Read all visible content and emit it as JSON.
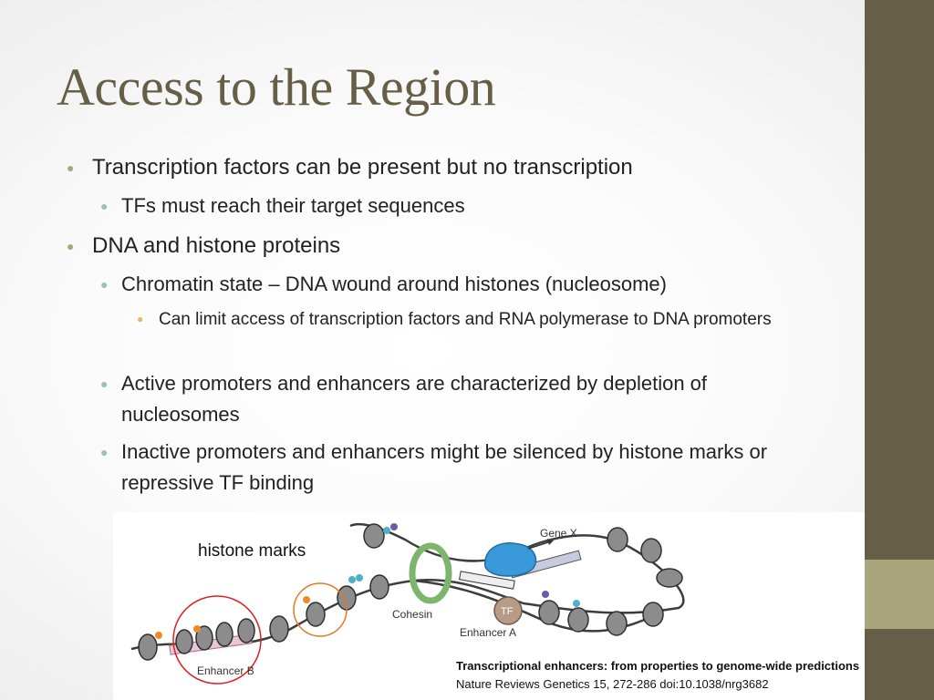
{
  "slide": {
    "title": "Access to the Region",
    "bullets": [
      {
        "text": "Transcription factors can be present but no transcription"
      },
      {
        "text": "TFs must reach their target sequences"
      },
      {
        "text": "DNA and histone proteins"
      },
      {
        "text": "Chromatin state – DNA wound around histones (nucleosome)"
      },
      {
        "text": "Can limit access of transcription factors and RNA polymerase to DNA promoters"
      },
      {
        "text": "Active promoters and enhancers are characterized by depletion of nucleosomes"
      },
      {
        "text": "Inactive promoters and enhancers might be silenced by histone marks or repressive TF binding"
      }
    ]
  },
  "figure": {
    "annotation": "histone marks",
    "labels": {
      "gene_x": "Gene X",
      "cohesin": "Cohesin",
      "tf": "TF",
      "enhancer_a": "Enhancer A",
      "enhancer_b": "Enhancer B"
    },
    "reference_title": "Transcriptional enhancers: from properties to genome-wide predictions",
    "reference_citation": "Nature Reviews Genetics 15, 272-286 doi:10.1038/nrg3682"
  },
  "theme": {
    "sidebar_color": "#675e47",
    "sidebar_accent_color": "#a9a57c",
    "title_color": "#675e47",
    "bullet_level1_color": "#a9a57c",
    "bullet_level2_color": "#9cbebd",
    "bullet_level3_color": "#d7c05a",
    "highlight_circle_red": "#e02020",
    "highlight_circle_orange": "#e87722",
    "cohesin_color": "#7cb56c",
    "polymerase_color": "#3a9ad9"
  }
}
